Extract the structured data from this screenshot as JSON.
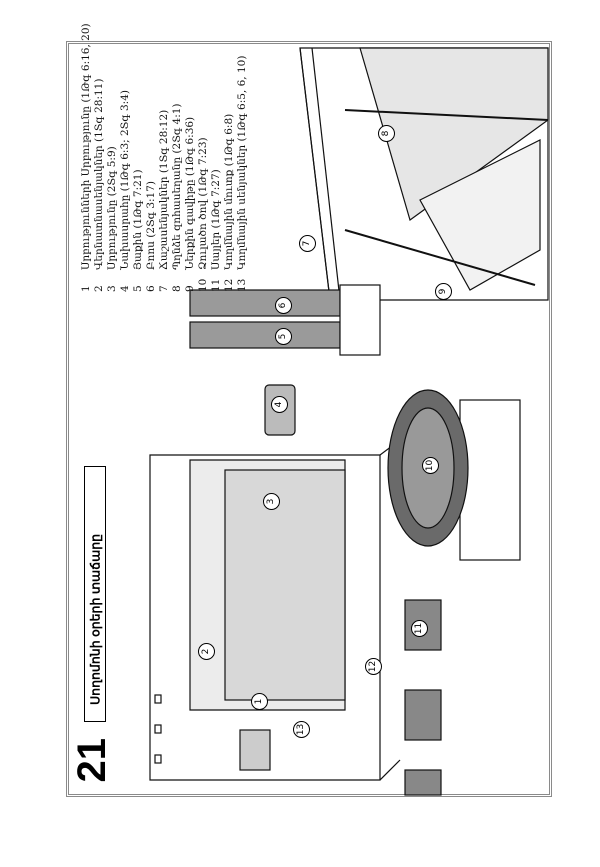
{
  "page": {
    "number": "21",
    "title": "Սողոմոնի օրերի տաճարը"
  },
  "legend": [
    {
      "num": "1",
      "text": "Սրբությունների Սրբությունը (1Թգ 6:16, 20)"
    },
    {
      "num": "2",
      "text": "Վերնատնասենյակներ (1Տգ 28:11)"
    },
    {
      "num": "3",
      "text": "Սրբությունը (2Տգ 5:9)"
    },
    {
      "num": "4",
      "text": "Նախասրահը (1Թգ 6:3; 2Տգ 3:4)"
    },
    {
      "num": "5",
      "text": "Յաքին (1Թգ 7:21)"
    },
    {
      "num": "6",
      "text": "Բոոս (2Տգ 3:17)"
    },
    {
      "num": "7",
      "text": "Ճաշասենյակներ (1Տգ 28:12)"
    },
    {
      "num": "8",
      "text": "Պղնձե զոհասեղանը (2Տգ 4:1)"
    },
    {
      "num": "9",
      "text": "Ներքին գավիթը (1Թգ 6:36)"
    },
    {
      "num": "10",
      "text": "Ձուլածո ծով (1Թգ 7:23)"
    },
    {
      "num": "11",
      "text": "Սայլեր (1Թգ 7:27)"
    },
    {
      "num": "12",
      "text": "Կողմնային մուտք (1Թգ 6:8)"
    },
    {
      "num": "13",
      "text": "Կողմնային սենյակներ (1Թգ 6:5, 6, 10)"
    }
  ],
  "markers": [
    "1",
    "2",
    "3",
    "4",
    "5",
    "6",
    "7",
    "8",
    "9",
    "10",
    "11",
    "12",
    "13"
  ]
}
